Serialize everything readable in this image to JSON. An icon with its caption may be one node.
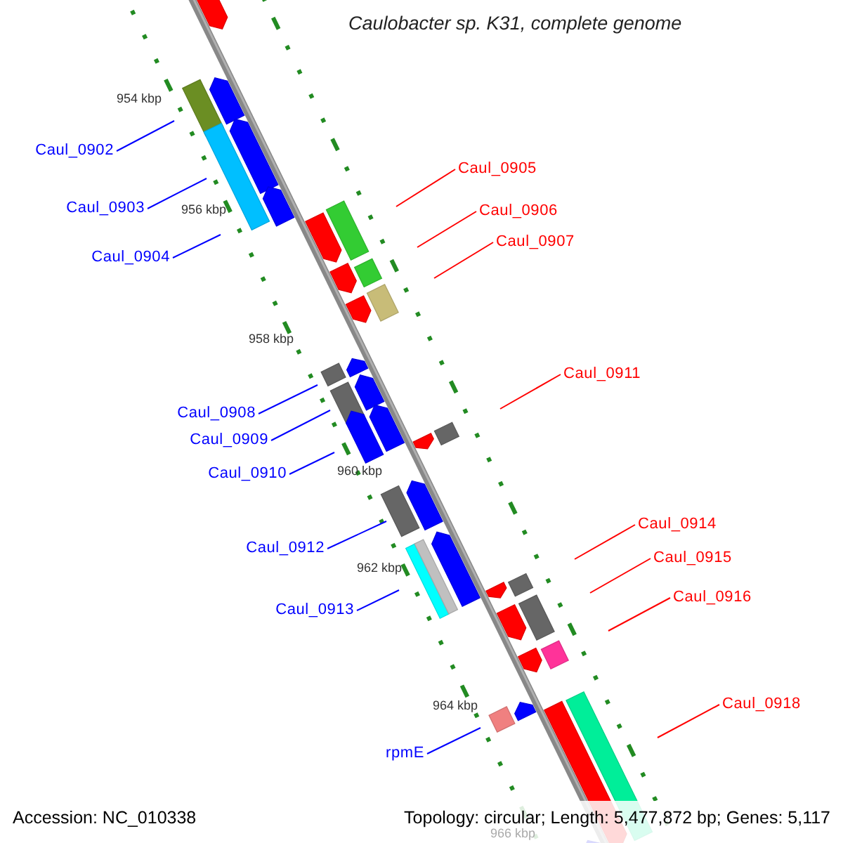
{
  "diagram": {
    "title": "Caulobacter sp. K31, complete genome",
    "nodes": [
      {
        "text": [
          "Caul_0902"
        ]
      },
      {
        "text": [
          "Caul_0905"
        ]
      },
      {
        "text": [
          "Caul_0903"
        ]
      },
      {
        "text": [
          "Caul_0906"
        ]
      },
      {
        "text": [
          "Caul_0907"
        ]
      },
      {
        "text": [
          "Caul_0904"
        ]
      },
      {
        "text": [
          "Caul_0911"
        ]
      },
      {
        "text": [
          "Caul_0908"
        ]
      },
      {
        "text": [
          "Caul_0909"
        ]
      },
      {
        "text": [
          "Caul_0910"
        ]
      },
      {
        "text": [
          "Caul_0914"
        ]
      },
      {
        "text": [
          "Caul_0912"
        ]
      },
      {
        "text": [
          "Caul_0915"
        ]
      },
      {
        "text": [
          "Caul_0916"
        ]
      },
      {
        "text": [
          "Caul_0913"
        ]
      },
      {
        "text": [
          "Caul_0918"
        ]
      },
      {
        "text": [
          "rpmE"
        ]
      }
    ],
    "edges": [
      {
        "from": 0,
        "to": null,
        "arrow": "none"
      },
      {
        "from": 1,
        "to": null,
        "arrow": "none",
        "color": "#ff0000"
      },
      {
        "from": 2,
        "to": null,
        "arrow": "none"
      },
      {
        "from": 3,
        "to": null,
        "arrow": "none",
        "color": "#ff0000"
      },
      {
        "from": 4,
        "to": null,
        "arrow": "none",
        "color": "#ff0000"
      },
      {
        "from": 5,
        "to": null,
        "arrow": "none"
      },
      {
        "from": 6,
        "to": null,
        "arrow": "none",
        "color": "#ff0000"
      },
      {
        "from": 7,
        "to": null,
        "arrow": "none"
      },
      {
        "from": 8,
        "to": null,
        "arrow": "none"
      },
      {
        "from": 9,
        "to": null,
        "arrow": "none"
      },
      {
        "from": 10,
        "to": null,
        "arrow": "none",
        "color": "#ff0000"
      },
      {
        "from": 11,
        "to": null,
        "arrow": "none"
      },
      {
        "from": 12,
        "to": null,
        "arrow": "none",
        "color": "#ff0000"
      },
      {
        "from": 13,
        "to": null,
        "arrow": "none",
        "color": "#ff0000"
      },
      {
        "from": 14,
        "to": null,
        "arrow": "none"
      },
      {
        "from": 15,
        "to": null,
        "arrow": "none",
        "color": "#ff0000"
      },
      {
        "from": 16,
        "to": null,
        "arrow": "none"
      }
    ],
    "labels": [
      "954 kbp",
      "956 kbp",
      "958 kbp",
      "960 kbp",
      "962 kbp",
      "964 kbp",
      "966 kbp",
      "Accession: NC_010338",
      "Topology: circular; Length: 5,477,872 bp; Genes: 5,117"
    ]
  }
}
